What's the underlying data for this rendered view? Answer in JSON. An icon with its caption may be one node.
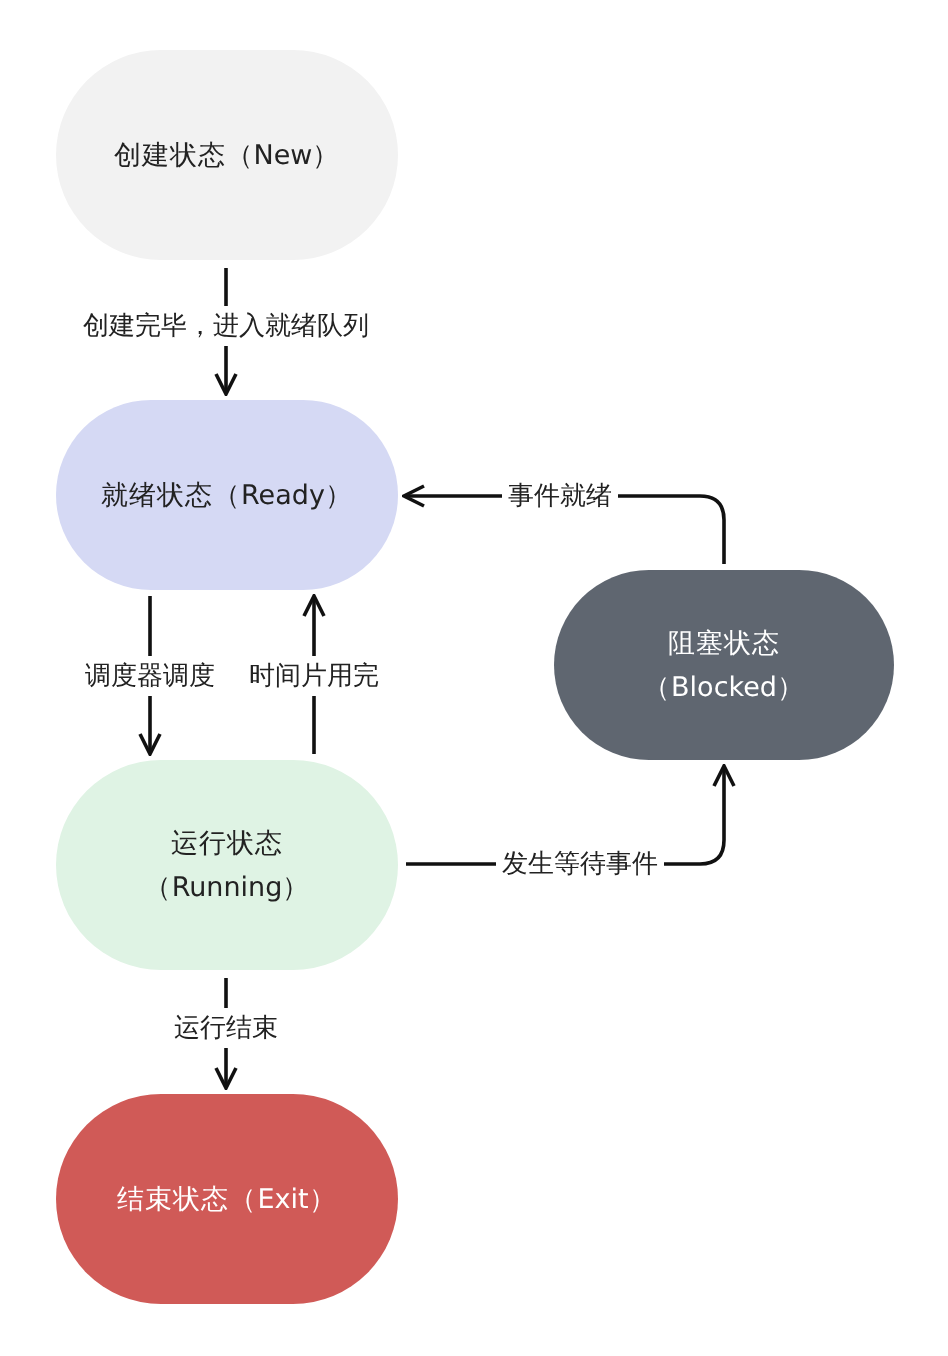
{
  "diagram": {
    "nodes": [
      {
        "text": [
          "创建状态（New）"
        ]
      },
      {
        "text": [
          "就绪状态（Ready）"
        ]
      },
      {
        "text": [
          "阻塞状态（Blocked）"
        ]
      },
      {
        "text": [
          "运行状态（Running）"
        ]
      },
      {
        "text": [
          "结束状态（Exit）"
        ]
      }
    ],
    "edges": [
      {
        "from": 0,
        "to": 1,
        "arrow": "to",
        "label": "创建完毕，进入就绪队列"
      },
      {
        "from": 1,
        "to": 3,
        "arrow": "to",
        "label": "调度器调度"
      },
      {
        "from": 3,
        "to": 1,
        "arrow": "to",
        "label": "时间片用完"
      },
      {
        "from": 3,
        "to": 2,
        "arrow": "to",
        "label": "发生等待事件"
      },
      {
        "from": 2,
        "to": 1,
        "arrow": "to",
        "label": "事件就绪"
      },
      {
        "from": 3,
        "to": 4,
        "arrow": "to",
        "label": "运行结束"
      }
    ]
  }
}
